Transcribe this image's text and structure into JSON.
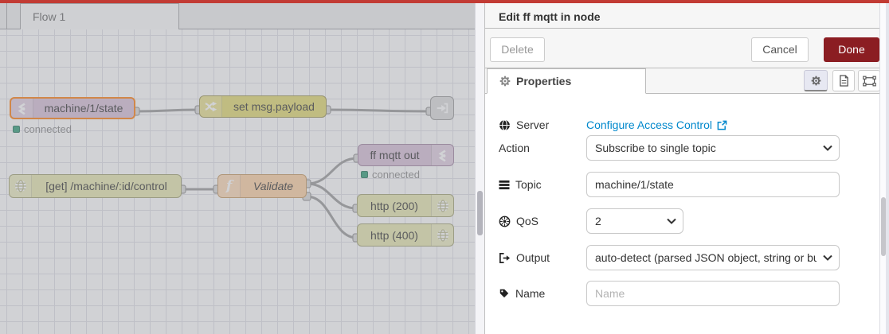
{
  "colors": {
    "top_bar": "#c23b34",
    "mqtt_node": "#d8bfd8",
    "change_node": "#e2d96e",
    "http_node": "#e7e7ae",
    "function_node": "#fdd0a2",
    "link_node": "#dddddd",
    "selected_border": "#ff7f0e",
    "wire": "#999999",
    "status_connected": "#2f9e78",
    "done_button_bg": "#8b1d22",
    "link_text": "#0088cc"
  },
  "workspace": {
    "tab_label": "Flow 1",
    "nodes": [
      {
        "label": "machine/1/state"
      },
      {
        "label": "set msg.payload"
      },
      {
        "label": ""
      },
      {
        "label": "[get] /machine/:id/control"
      },
      {
        "label": "Validate"
      },
      {
        "label": "ff mqtt out"
      },
      {
        "label": "http (200)"
      },
      {
        "label": "http (400)"
      }
    ],
    "statuses": [
      {
        "text": "connected"
      },
      {
        "text": "connected"
      }
    ]
  },
  "panel": {
    "title": "Edit ff mqtt in node",
    "delete_label": "Delete",
    "cancel_label": "Cancel",
    "done_label": "Done",
    "tab_label": "Properties",
    "rows": {
      "server": {
        "label": "Server",
        "link_text": "Configure Access Control"
      },
      "action": {
        "label": "Action",
        "value": "Subscribe to single topic"
      },
      "topic": {
        "label": "Topic",
        "value": "machine/1/state"
      },
      "qos": {
        "label": "QoS",
        "value": "2"
      },
      "output": {
        "label": "Output",
        "value": "auto-detect (parsed JSON object, string or buffer)"
      },
      "name": {
        "label": "Name",
        "placeholder": "Name"
      }
    }
  }
}
